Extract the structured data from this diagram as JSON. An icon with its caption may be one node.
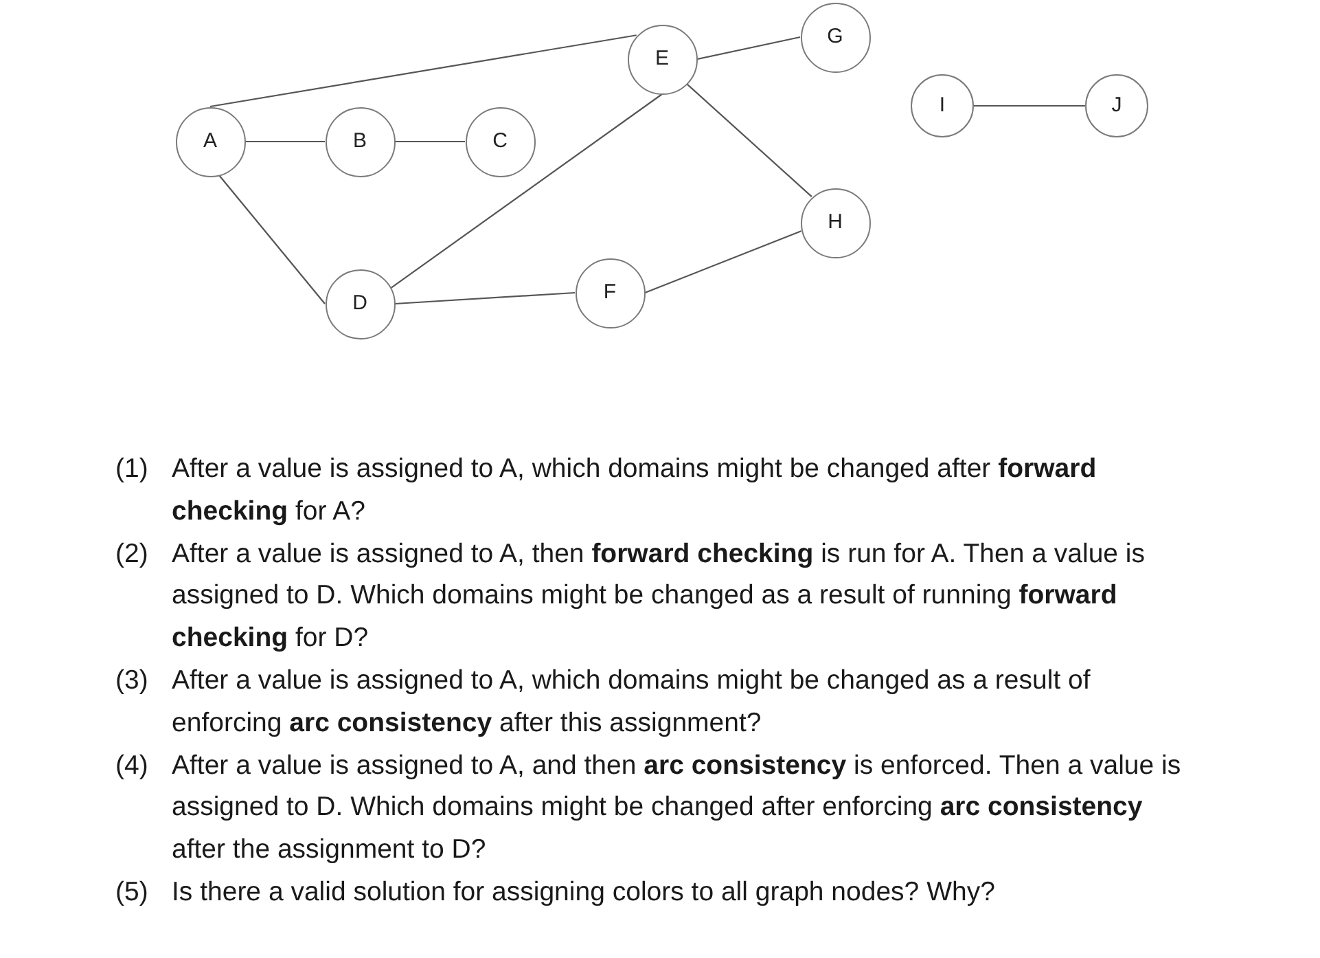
{
  "diagram": {
    "nodes": [
      {
        "text": [
          "A"
        ]
      },
      {
        "text": [
          "B"
        ]
      },
      {
        "text": [
          "C"
        ]
      },
      {
        "text": [
          "D"
        ]
      },
      {
        "text": [
          "E"
        ]
      },
      {
        "text": [
          "F"
        ]
      },
      {
        "text": [
          "G"
        ]
      },
      {
        "text": [
          "H"
        ]
      },
      {
        "text": [
          "I"
        ]
      },
      {
        "text": [
          "J"
        ]
      }
    ],
    "edges": [
      {
        "from": 0,
        "to": 1,
        "arrow": "none"
      },
      {
        "from": 0,
        "to": 3,
        "arrow": "none"
      },
      {
        "from": 0,
        "to": 4,
        "arrow": "none"
      },
      {
        "from": 1,
        "to": 2,
        "arrow": "none"
      },
      {
        "from": 3,
        "to": 4,
        "arrow": "none"
      },
      {
        "from": 3,
        "to": 5,
        "arrow": "none"
      },
      {
        "from": 4,
        "to": 6,
        "arrow": "none"
      },
      {
        "from": 4,
        "to": 7,
        "arrow": "none"
      },
      {
        "from": 5,
        "to": 7,
        "arrow": "none"
      },
      {
        "from": 8,
        "to": 9,
        "arrow": "none"
      }
    ],
    "labels": [
      "(1)",
      "After a value is assigned to A, which domains might be changed after **forward checking** for A?",
      "(2)",
      "After a value is assigned to A, then **forward checking** is run for A. Then a value is assigned to D. Which domains might be changed as a result of running **forward checking** for D?",
      "(3)",
      "After a value is assigned to A, which domains might be changed as a result of enforcing **arc consistency** after this assignment?",
      "(4)",
      "After a value is assigned to A, and then **arc consistency** is enforced. Then a value is assigned to D. Which domains might be changed after enforcing **arc consistency** after the assignment to D?",
      "(5)",
      "Is there a valid solution for assigning colors to all graph nodes? Why?"
    ]
  }
}
